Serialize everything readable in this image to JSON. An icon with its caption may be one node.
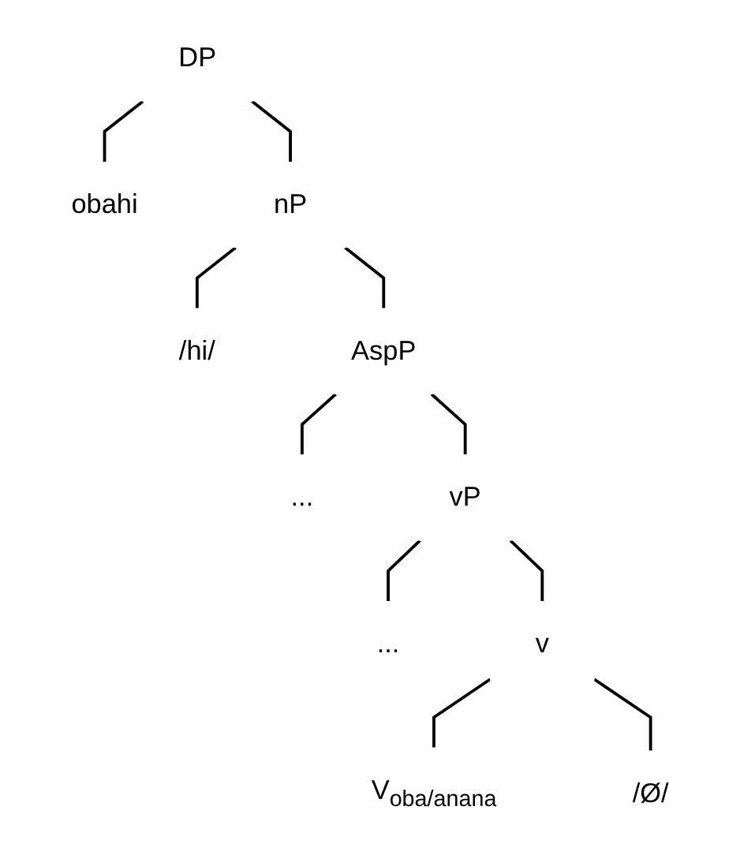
{
  "diagram": {
    "nodes": [
      {
        "text": [
          "DP"
        ]
      },
      {
        "text": [
          "obahi"
        ]
      },
      {
        "text": [
          "nP"
        ]
      },
      {
        "text": [
          "/hi/"
        ]
      },
      {
        "text": [
          "AspP"
        ]
      },
      {
        "text": [
          "..."
        ]
      },
      {
        "text": [
          "vP"
        ]
      },
      {
        "text": [
          "..."
        ]
      },
      {
        "text": [
          "v"
        ]
      },
      {
        "text": [
          "V$_{oba/anana}$"
        ]
      },
      {
        "text": [
          "/Ø/"
        ]
      }
    ],
    "edges": [
      {
        "from": 0,
        "to": 1,
        "arrow": "none"
      },
      {
        "from": 0,
        "to": 2,
        "arrow": "none"
      },
      {
        "from": 2,
        "to": 3,
        "arrow": "none"
      },
      {
        "from": 2,
        "to": 4,
        "arrow": "none"
      },
      {
        "from": 4,
        "to": 5,
        "arrow": "none"
      },
      {
        "from": 4,
        "to": 6,
        "arrow": "none"
      },
      {
        "from": 6,
        "to": 7,
        "arrow": "none"
      },
      {
        "from": 6,
        "to": 8,
        "arrow": "none"
      },
      {
        "from": 8,
        "to": 9,
        "arrow": "none"
      },
      {
        "from": 8,
        "to": 10,
        "arrow": "none"
      }
    ]
  }
}
